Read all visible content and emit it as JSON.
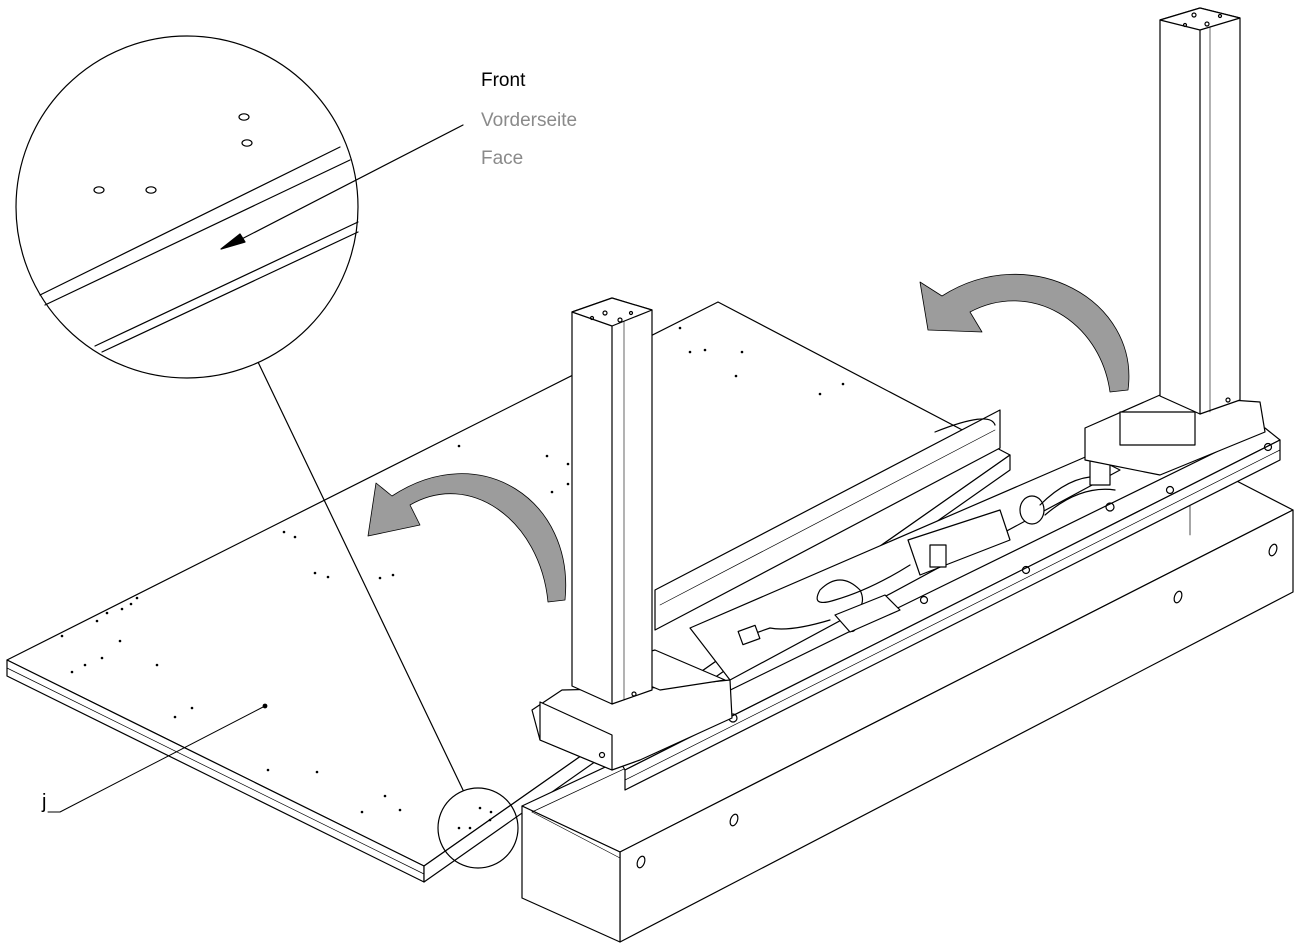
{
  "labels": {
    "front_en": "Front",
    "front_de": "Vorderseite",
    "front_fr": "Face",
    "part_letter": "j"
  },
  "colors": {
    "line": "#000000",
    "arrow_fill": "#9c9c9c",
    "secondary_text": "#8a8a8a"
  }
}
